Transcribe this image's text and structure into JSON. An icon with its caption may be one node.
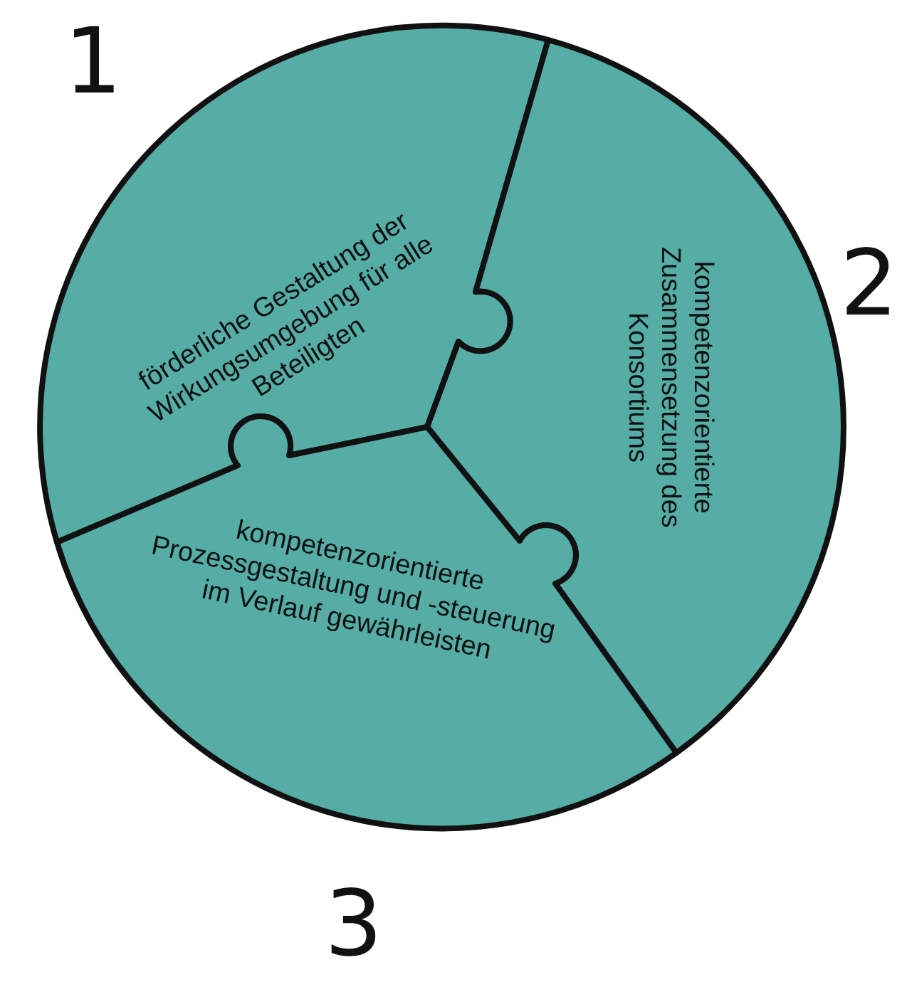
{
  "diagram": {
    "nodes": [
      {
        "text": [
          "förderliche Gestaltung der Wirkungsumgebung für alle Beteiligten"
        ]
      },
      {
        "text": [
          "kompetenzorientierte Zusammensetzung des Konsortiums"
        ]
      },
      {
        "text": [
          "kompetenzorientierte Prozessgestaltung und -steuerung im Verlauf gewährleisten"
        ]
      }
    ],
    "labels": [
      "1",
      "2",
      "3"
    ]
  }
}
